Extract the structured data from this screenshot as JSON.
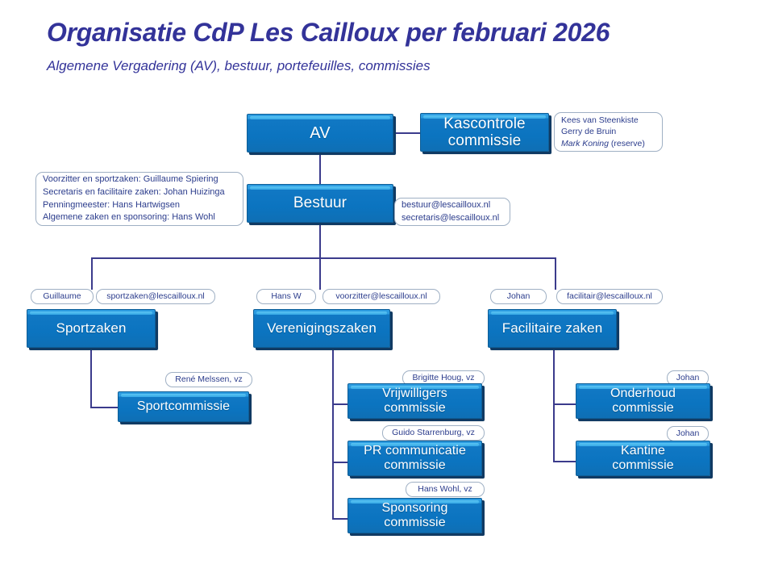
{
  "header": {
    "title": "Organisatie CdP Les Cailloux per februari 2026",
    "subtitle": "Algemene Vergadering (AV), bestuur, portefeuilles, commissies"
  },
  "colors": {
    "title_text": "#333399",
    "box_fill": "#0B74C0",
    "box_highlight": "#35A8E6",
    "box_shadow": "#103A63",
    "connector": "#3B3B8C",
    "callout_border": "#9FB0C4",
    "callout_text": "#2B3C8C",
    "background": "#FFFFFF"
  },
  "nodes": {
    "av": {
      "label": "AV"
    },
    "kascontrole": {
      "label": "Kascontrole\ncommissie",
      "line1": "Kascontrole",
      "line2": "commissie"
    },
    "bestuur": {
      "label": "Bestuur"
    },
    "sportzaken": {
      "label": "Sportzaken"
    },
    "verenigingszaken": {
      "label": "Verenigingszaken"
    },
    "facilitaire_zaken": {
      "label": "Facilitaire zaken"
    },
    "sportcommissie": {
      "label": "Sportcommissie"
    },
    "vrijwilligers": {
      "line1": "Vrijwilligers",
      "line2": "commissie"
    },
    "pr_communicatie": {
      "line1": "PR communicatie",
      "line2": "commissie"
    },
    "sponsoring": {
      "line1": "Sponsoring",
      "line2": "commissie"
    },
    "onderhoud": {
      "line1": "Onderhoud",
      "line2": "commissie"
    },
    "kantine": {
      "line1": "Kantine",
      "line2": "commissie"
    }
  },
  "callouts": {
    "kascontrole_members": {
      "line1": "Kees van Steenkiste",
      "line2": "Gerry de Bruin",
      "line3_italic": "Mark Koning",
      "line3_rest": " (reserve)"
    },
    "bestuur_roles": {
      "line1": "Voorzitter en sportzaken: Guillaume Spiering",
      "line2": "Secretaris en facilitaire zaken: Johan Huizinga",
      "line3": "Penningmeester: Hans Hartwigsen",
      "line4": "Algemene zaken en sponsoring: Hans Wohl"
    },
    "bestuur_emails": {
      "line1": "bestuur@lescailloux.nl",
      "line2": "secretaris@lescailloux.nl"
    },
    "sportzaken_person": {
      "text": "Guillaume"
    },
    "sportzaken_email": {
      "text": "sportzaken@lescailloux.nl"
    },
    "verenigingszaken_person": {
      "text": "Hans W"
    },
    "verenigingszaken_email": {
      "text": "voorzitter@lescailloux.nl"
    },
    "facilitaire_person": {
      "text": "Johan"
    },
    "facilitaire_email": {
      "text": "facilitair@lescailloux.nl"
    },
    "sportcommissie_chair": {
      "text": "René Melssen, vz"
    },
    "vrijwilligers_chair": {
      "text": "Brigitte Houg, vz"
    },
    "pr_chair": {
      "text": "Guido Starrenburg, vz"
    },
    "sponsoring_chair": {
      "text": "Hans Wohl, vz"
    },
    "onderhoud_chair": {
      "text": "Johan"
    },
    "kantine_chair": {
      "text": "Johan"
    }
  }
}
